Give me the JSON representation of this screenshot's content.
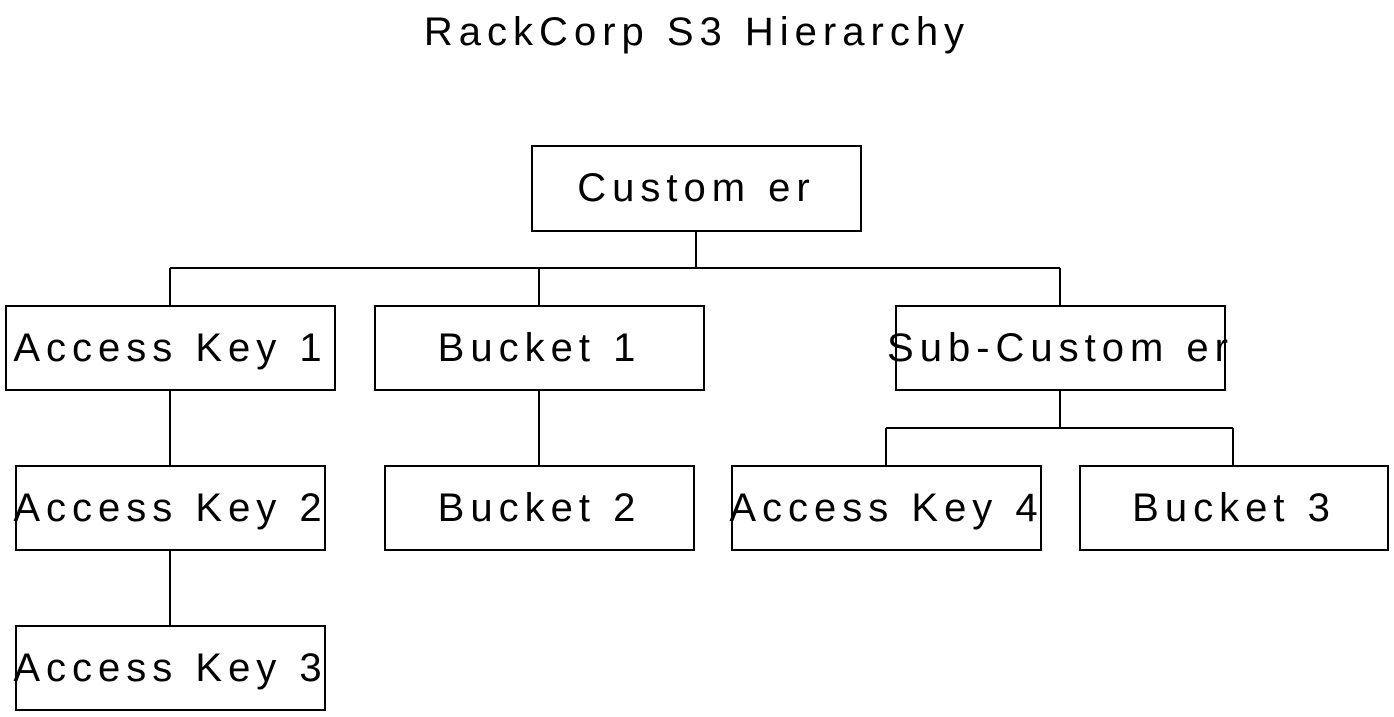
{
  "title": "RackCorp S3 Hierarchy",
  "nodes": {
    "customer": "Custom er",
    "access_key_1": "Access Key 1",
    "bucket_1": "Bucket 1",
    "sub_customer": "Sub-Custom er",
    "access_key_2": "Access Key 2",
    "bucket_2": "Bucket 2",
    "access_key_4": "Access Key 4",
    "bucket_3": "Bucket 3",
    "access_key_3": "Access Key 3"
  },
  "edges": [
    [
      "customer",
      "access_key_1"
    ],
    [
      "customer",
      "bucket_1"
    ],
    [
      "customer",
      "sub_customer"
    ],
    [
      "access_key_1",
      "access_key_2"
    ],
    [
      "access_key_2",
      "access_key_3"
    ],
    [
      "bucket_1",
      "bucket_2"
    ],
    [
      "sub_customer",
      "access_key_4"
    ],
    [
      "sub_customer",
      "bucket_3"
    ]
  ]
}
